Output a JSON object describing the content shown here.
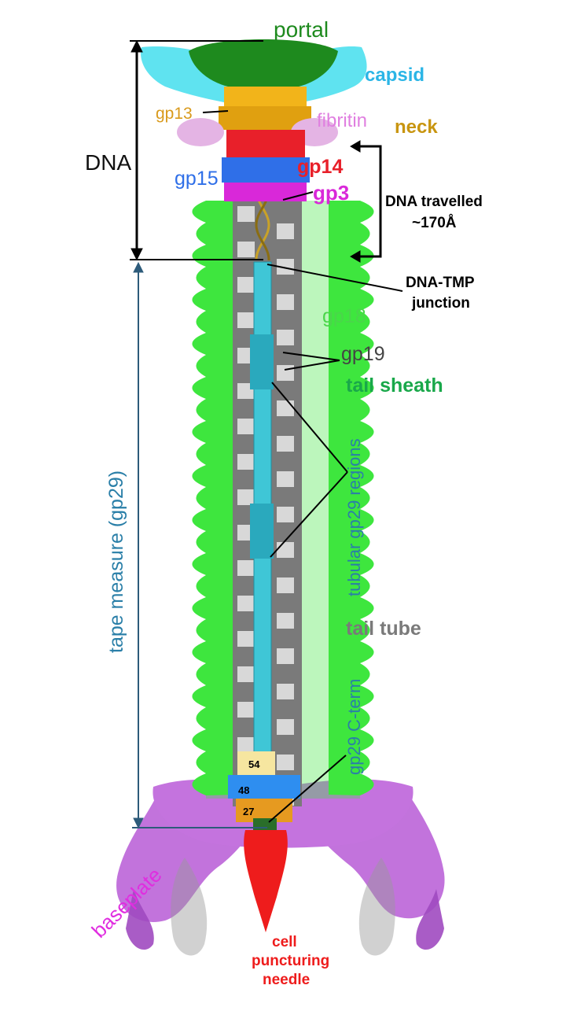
{
  "labels": {
    "portal": "portal",
    "capsid": "capsid",
    "gp13": "gp13",
    "fibritin": "fibritin",
    "neck": "neck",
    "dna": "DNA",
    "gp14": "gp14",
    "gp15": "gp15",
    "gp3": "gp3",
    "dna_travelled_line1": "DNA travelled",
    "dna_travelled_line2": "~170Å",
    "junction_line1": "DNA-TMP",
    "junction_line2": "junction",
    "gp18": "gp18",
    "gp19": "gp19",
    "tail_sheath": "tail sheath",
    "tubular_regions": "tubular gp29 regions",
    "tape_measure": "tape measure (gp29)",
    "tail_tube": "tail tube",
    "c_term": "gp29 C-term",
    "baseplate": "baseplate",
    "needle_line1": "cell",
    "needle_line2": "puncturing",
    "needle_line3": "needle",
    "n54": "54",
    "n48": "48",
    "n27": "27"
  },
  "colors": {
    "portal": "#1e8a1e",
    "capsid": "#2bb5e6",
    "capsid_fill": "#5fe3f0",
    "gp13": "#d99a1c",
    "fibritin": "#e07fe0",
    "fibritin_fill": "#e4b4e4",
    "neck": "#c89510",
    "gp14": "#e8202a",
    "gp15": "#2f6fe8",
    "gp3": "#d928d9",
    "sheath": "#3ee63e",
    "sheath_label": "#19a84a",
    "gp18": "#4ad64a",
    "tube_gray": "#7a7a7a",
    "tube_light": "#d8d8d8",
    "tape": "#3fc6d6",
    "tape_label": "#2a7fa8",
    "baseplate": "#b75ad6",
    "baseplate_label": "#e02ee0",
    "needle": "#ee1c1c",
    "yellow_54": "#f6e6a0",
    "blue_48": "#2e8ef0",
    "orange_27": "#e69a20",
    "dna_helix": "#c9a227"
  }
}
